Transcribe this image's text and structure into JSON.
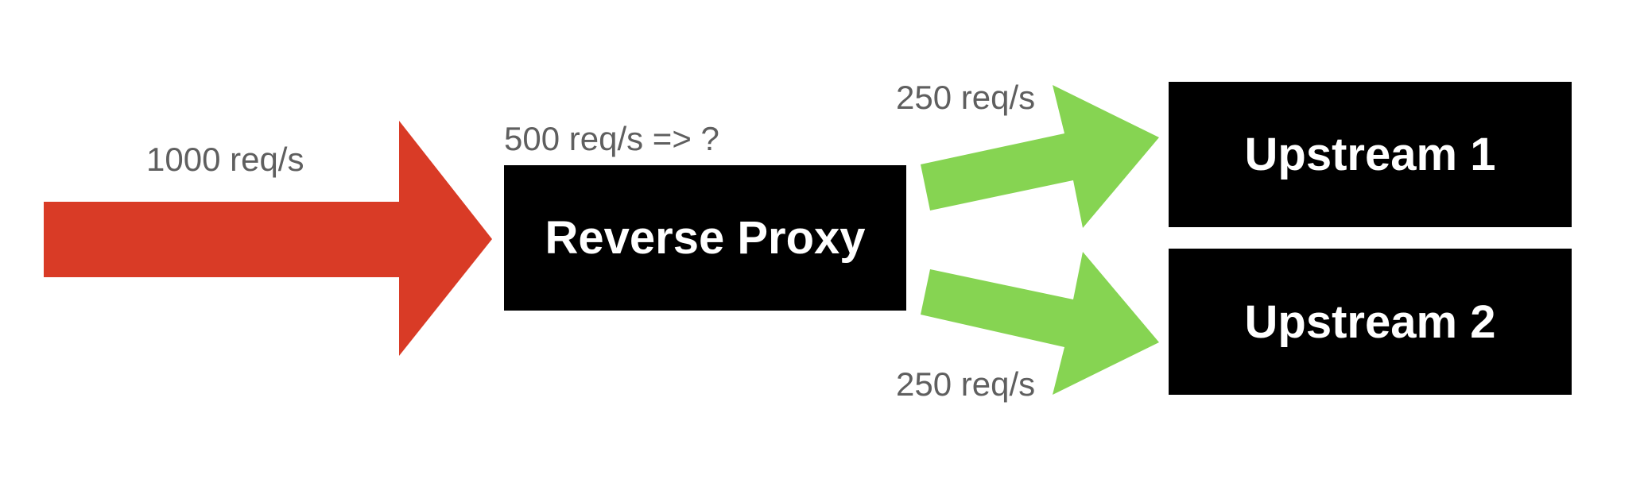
{
  "colors": {
    "input_arrow": "#d93b26",
    "output_arrow": "#86d452",
    "box_fill": "#000000",
    "box_text": "#ffffff",
    "label_text": "#5f5f5f"
  },
  "labels": {
    "incoming_rate": "1000 req/s",
    "proxy_rate": "500 req/s => ?",
    "upstream1_rate": "250 req/s",
    "upstream2_rate": "250 req/s"
  },
  "nodes": {
    "reverse_proxy": "Reverse Proxy",
    "upstream_1": "Upstream 1",
    "upstream_2": "Upstream 2"
  }
}
